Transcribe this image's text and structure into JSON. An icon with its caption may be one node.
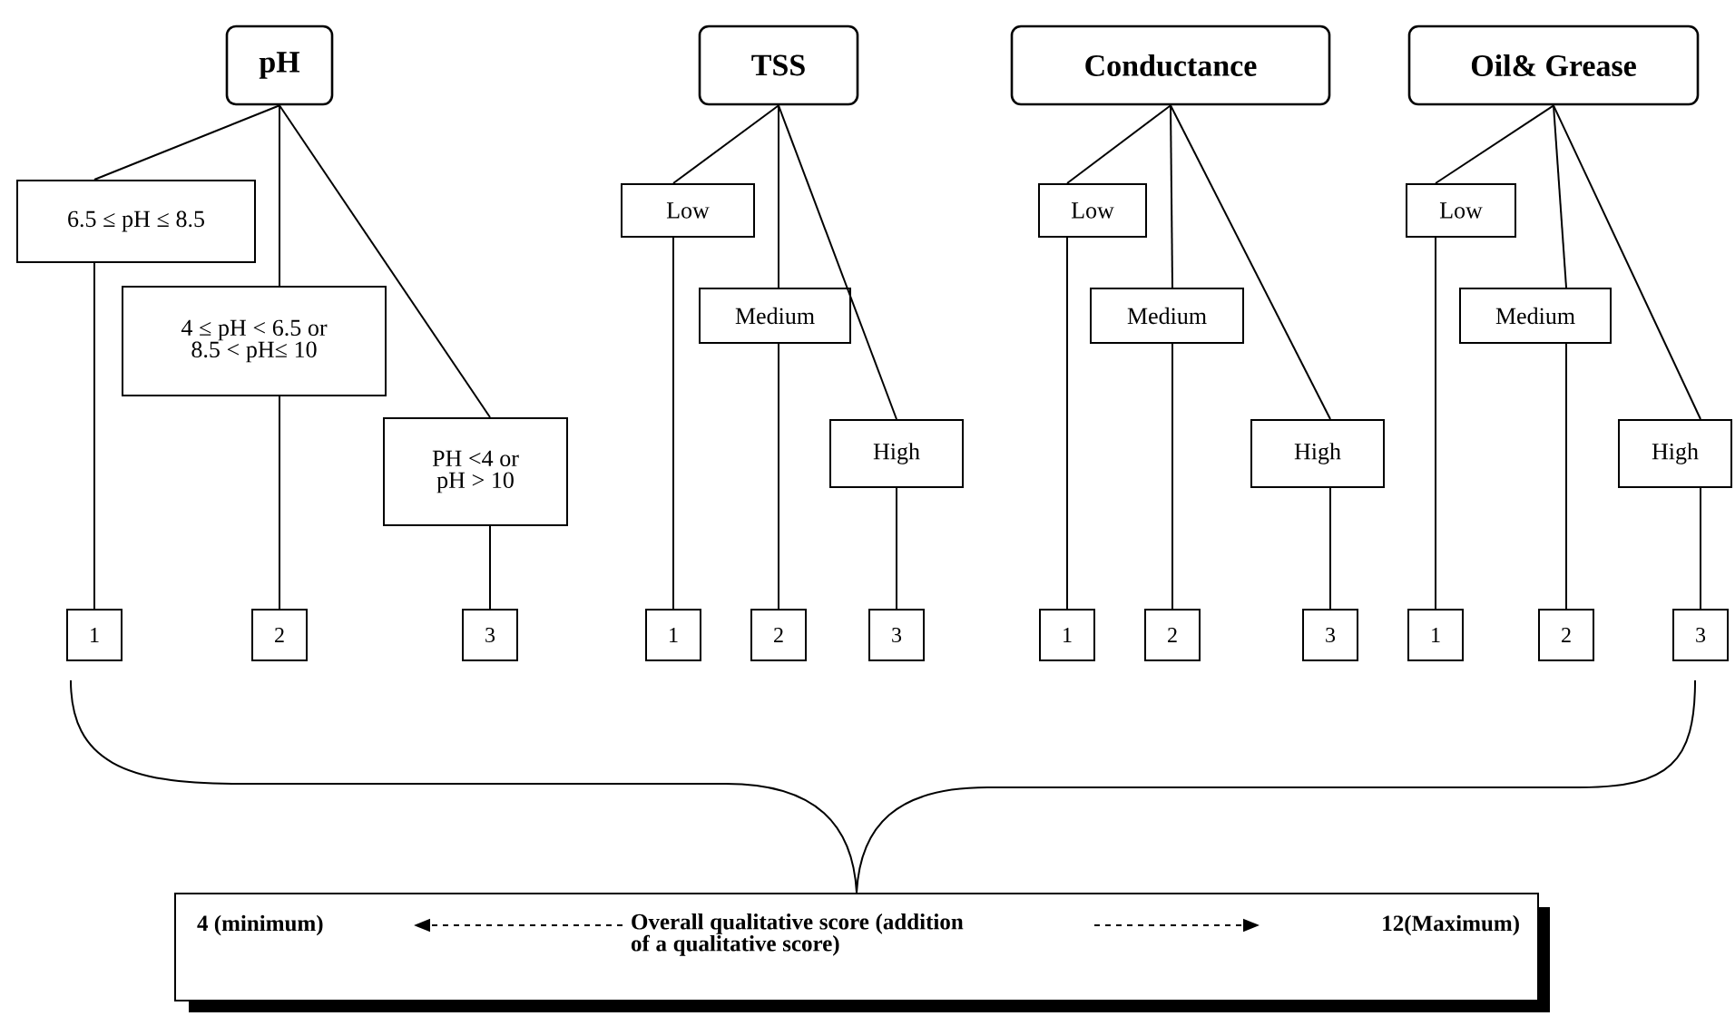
{
  "diagram": {
    "nodes": [
      {
        "text": [
          "pH"
        ]
      },
      {
        "text": [
          "6.5 ≤ pH ≤ 8.5"
        ]
      },
      {
        "text": [
          "4 ≤ pH < 6.5 or 8.5 < pH≤ 10"
        ]
      },
      {
        "text": [
          "PH <4 or pH > 10"
        ]
      },
      {
        "text": [
          "TSS"
        ]
      },
      {
        "text": [
          "Low"
        ]
      },
      {
        "text": [
          "Medium"
        ]
      },
      {
        "text": [
          "High"
        ]
      },
      {
        "text": [
          "Conductance"
        ]
      },
      {
        "text": [
          "Low"
        ]
      },
      {
        "text": [
          "Medium"
        ]
      },
      {
        "text": [
          "High"
        ]
      },
      {
        "text": [
          "Oil& Grease"
        ]
      },
      {
        "text": [
          "Low"
        ]
      },
      {
        "text": [
          "Medium"
        ]
      },
      {
        "text": [
          "High"
        ]
      },
      {
        "text": [
          "1"
        ]
      },
      {
        "text": [
          "2"
        ]
      },
      {
        "text": [
          "3"
        ]
      },
      {
        "text": [
          "1"
        ]
      },
      {
        "text": [
          "2"
        ]
      },
      {
        "text": [
          "3"
        ]
      },
      {
        "text": [
          "1"
        ]
      },
      {
        "text": [
          "2"
        ]
      },
      {
        "text": [
          "3"
        ]
      },
      {
        "text": [
          "1"
        ]
      },
      {
        "text": [
          "2"
        ]
      },
      {
        "text": [
          "3"
        ]
      },
      {
        "text": [
          "4 (minimum)",
          "Overall qualitative score (addition of a qualitative score)",
          "12(Maximum)"
        ]
      }
    ],
    "edges": [
      {
        "from": 0,
        "to": 1,
        "arrow": "none"
      },
      {
        "from": 0,
        "to": 2,
        "arrow": "none"
      },
      {
        "from": 0,
        "to": 3,
        "arrow": "none"
      },
      {
        "from": 1,
        "to": 16,
        "arrow": "none"
      },
      {
        "from": 2,
        "to": 17,
        "arrow": "none"
      },
      {
        "from": 3,
        "to": 18,
        "arrow": "none"
      },
      {
        "from": 4,
        "to": 5,
        "arrow": "none"
      },
      {
        "from": 4,
        "to": 6,
        "arrow": "none"
      },
      {
        "from": 4,
        "to": 7,
        "arrow": "none"
      },
      {
        "from": 5,
        "to": 19,
        "arrow": "none"
      },
      {
        "from": 6,
        "to": 20,
        "arrow": "none"
      },
      {
        "from": 7,
        "to": 21,
        "arrow": "none"
      },
      {
        "from": 8,
        "to": 9,
        "arrow": "none"
      },
      {
        "from": 8,
        "to": 10,
        "arrow": "none"
      },
      {
        "from": 8,
        "to": 11,
        "arrow": "none"
      },
      {
        "from": 9,
        "to": 22,
        "arrow": "none"
      },
      {
        "from": 10,
        "to": 23,
        "arrow": "none"
      },
      {
        "from": 11,
        "to": 24,
        "arrow": "none"
      },
      {
        "from": 12,
        "to": 13,
        "arrow": "none"
      },
      {
        "from": 12,
        "to": 14,
        "arrow": "none"
      },
      {
        "from": 12,
        "to": 15,
        "arrow": "none"
      },
      {
        "from": 13,
        "to": 25,
        "arrow": "none"
      },
      {
        "from": 14,
        "to": 26,
        "arrow": "none"
      },
      {
        "from": 15,
        "to": 27,
        "arrow": "none"
      }
    ]
  }
}
